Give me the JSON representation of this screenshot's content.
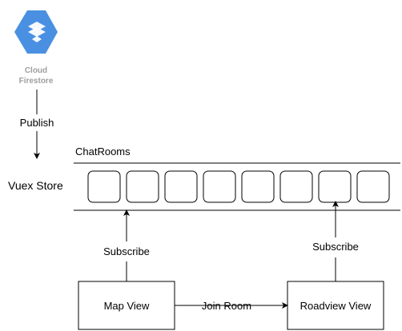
{
  "logo": {
    "line1": "Cloud",
    "line2": "Firestore",
    "icon": "cloud-firestore-icon",
    "color": "#4a90e2",
    "text_color": "#9e9e9e"
  },
  "edges": {
    "publish": "Publish",
    "subscribe_left": "Subscribe",
    "subscribe_right": "Subscribe",
    "join_room": "Join Room"
  },
  "store": {
    "label": "Vuex Store",
    "rooms_label": "ChatRooms",
    "room_count": 8
  },
  "nodes": {
    "map_view": "Map View",
    "roadview_view": "Roadview View"
  }
}
